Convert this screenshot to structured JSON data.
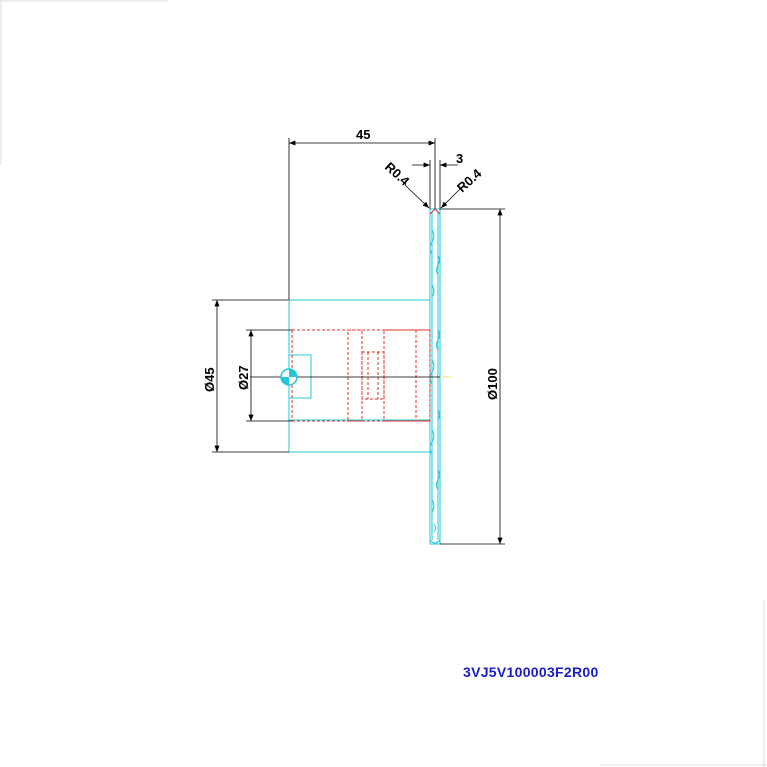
{
  "drawing": {
    "colors": {
      "background": "#ffffff",
      "outline": "#22c8d8",
      "hidden": "#e0302a",
      "dimension": "#000000",
      "part_number": "#1a1acc"
    },
    "dimensions": {
      "width_45": "45",
      "thickness_3": "3",
      "radius_left": "R0.4",
      "radius_right": "R0.4",
      "diameter_45": "Ø45",
      "diameter_27": "Ø27",
      "diameter_100": "Ø100"
    },
    "part_number": "3VJ5V100003F2R00"
  }
}
